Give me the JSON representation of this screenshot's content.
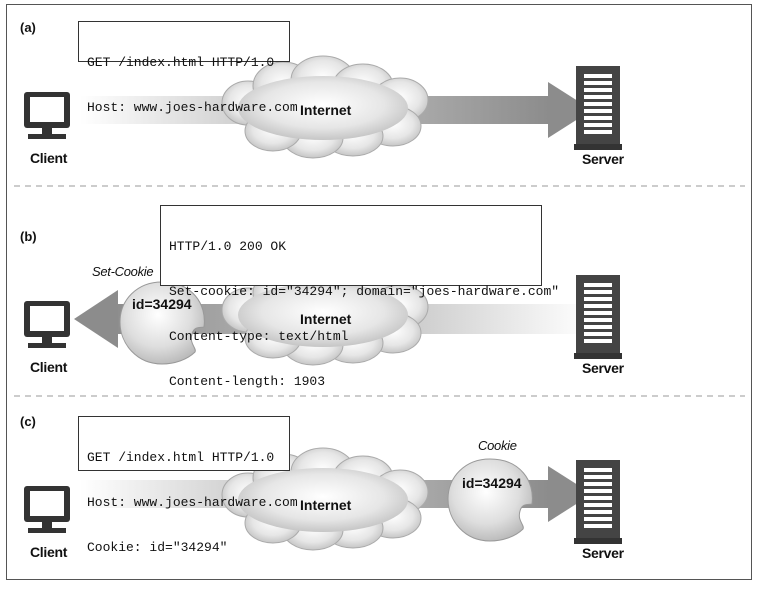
{
  "panels": [
    {
      "letter": "(a)",
      "message": [
        "GET /index.html HTTP/1.0",
        "Host: www.joes-hardware.com"
      ],
      "cloud_label": "Internet",
      "client_label": "Client",
      "server_label": "Server"
    },
    {
      "letter": "(b)",
      "message": [
        "HTTP/1.0 200 OK",
        "Set-cookie: id=\"34294\"; domain=\"joes-hardware.com\"",
        "Content-type: text/html",
        "Content-length: 1903",
        "..."
      ],
      "cloud_label": "Internet",
      "client_label": "Client",
      "server_label": "Server",
      "cookie_caption": "Set-Cookie",
      "cookie_value": "id=34294"
    },
    {
      "letter": "(c)",
      "message": [
        "GET /index.html HTTP/1.0",
        "Host: www.joes-hardware.com",
        "Cookie: id=\"34294\""
      ],
      "cloud_label": "Internet",
      "client_label": "Client",
      "server_label": "Server",
      "cookie_caption": "Cookie",
      "cookie_value": "id=34294"
    }
  ]
}
